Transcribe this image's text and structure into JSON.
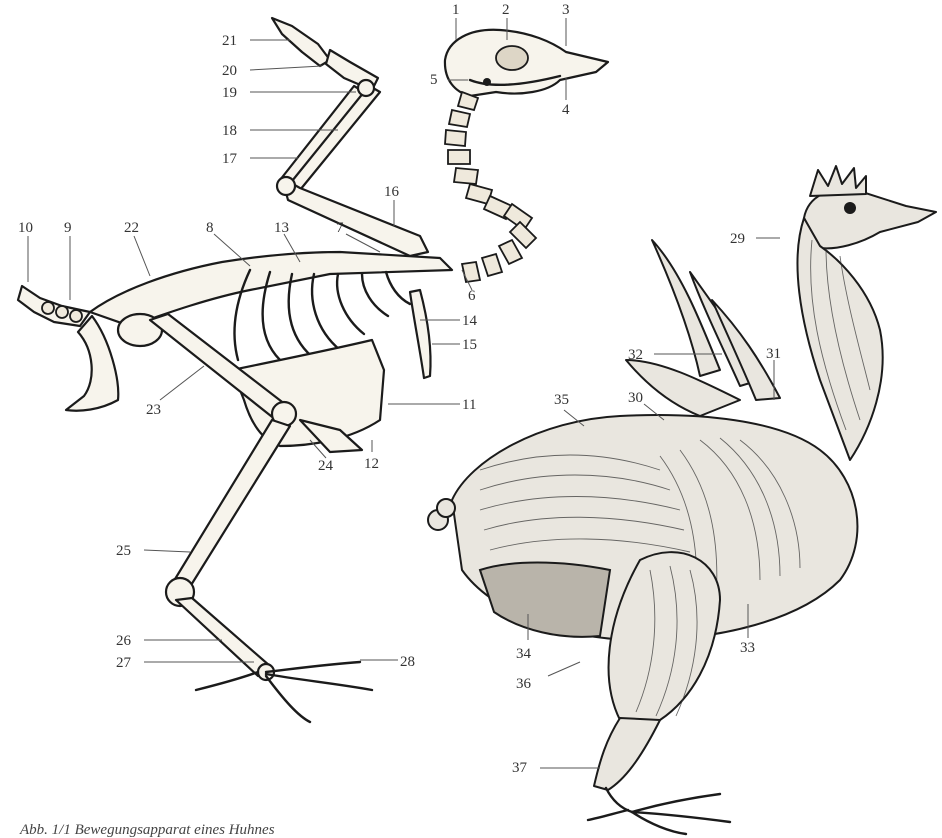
{
  "figure": {
    "caption": "Abb. 1/1   Bewegungsapparat eines Huhnes"
  },
  "labels": {
    "n1": "1",
    "n2": "2",
    "n3": "3",
    "n4": "4",
    "n5": "5",
    "n6": "6",
    "n7": "7",
    "n8": "8",
    "n9": "9",
    "n10": "10",
    "n11": "11",
    "n12": "12",
    "n13": "13",
    "n14": "14",
    "n15": "15",
    "n16": "16",
    "n17": "17",
    "n18": "18",
    "n19": "19",
    "n20": "20",
    "n21": "21",
    "n22": "22",
    "n23": "23",
    "n24": "24",
    "n25": "25",
    "n26": "26",
    "n27": "27",
    "n28": "28",
    "n29": "29",
    "n30": "30",
    "n31": "31",
    "n32": "32",
    "n33": "33",
    "n34": "34",
    "n35": "35",
    "n36": "36",
    "n37": "37"
  }
}
